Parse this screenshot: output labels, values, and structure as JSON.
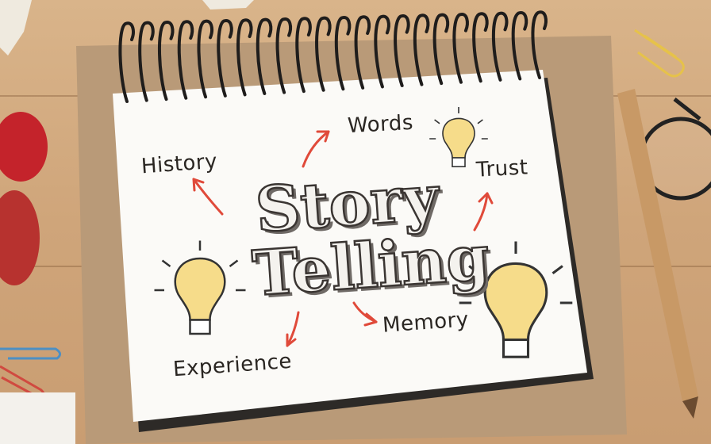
{
  "notebook": {
    "headline": {
      "line1": "Story",
      "line2": "Telling"
    },
    "words": {
      "history": "History",
      "words": "Words",
      "trust": "Trust",
      "memory": "Memory",
      "experience": "Experience"
    }
  },
  "colors": {
    "desk": "#d4ab7f",
    "cardboard": "#b99a78",
    "paper": "#fbfaf7",
    "ink": "#2a2622",
    "arrow": "#e04a3a",
    "bulb": "#f6dc8a"
  }
}
